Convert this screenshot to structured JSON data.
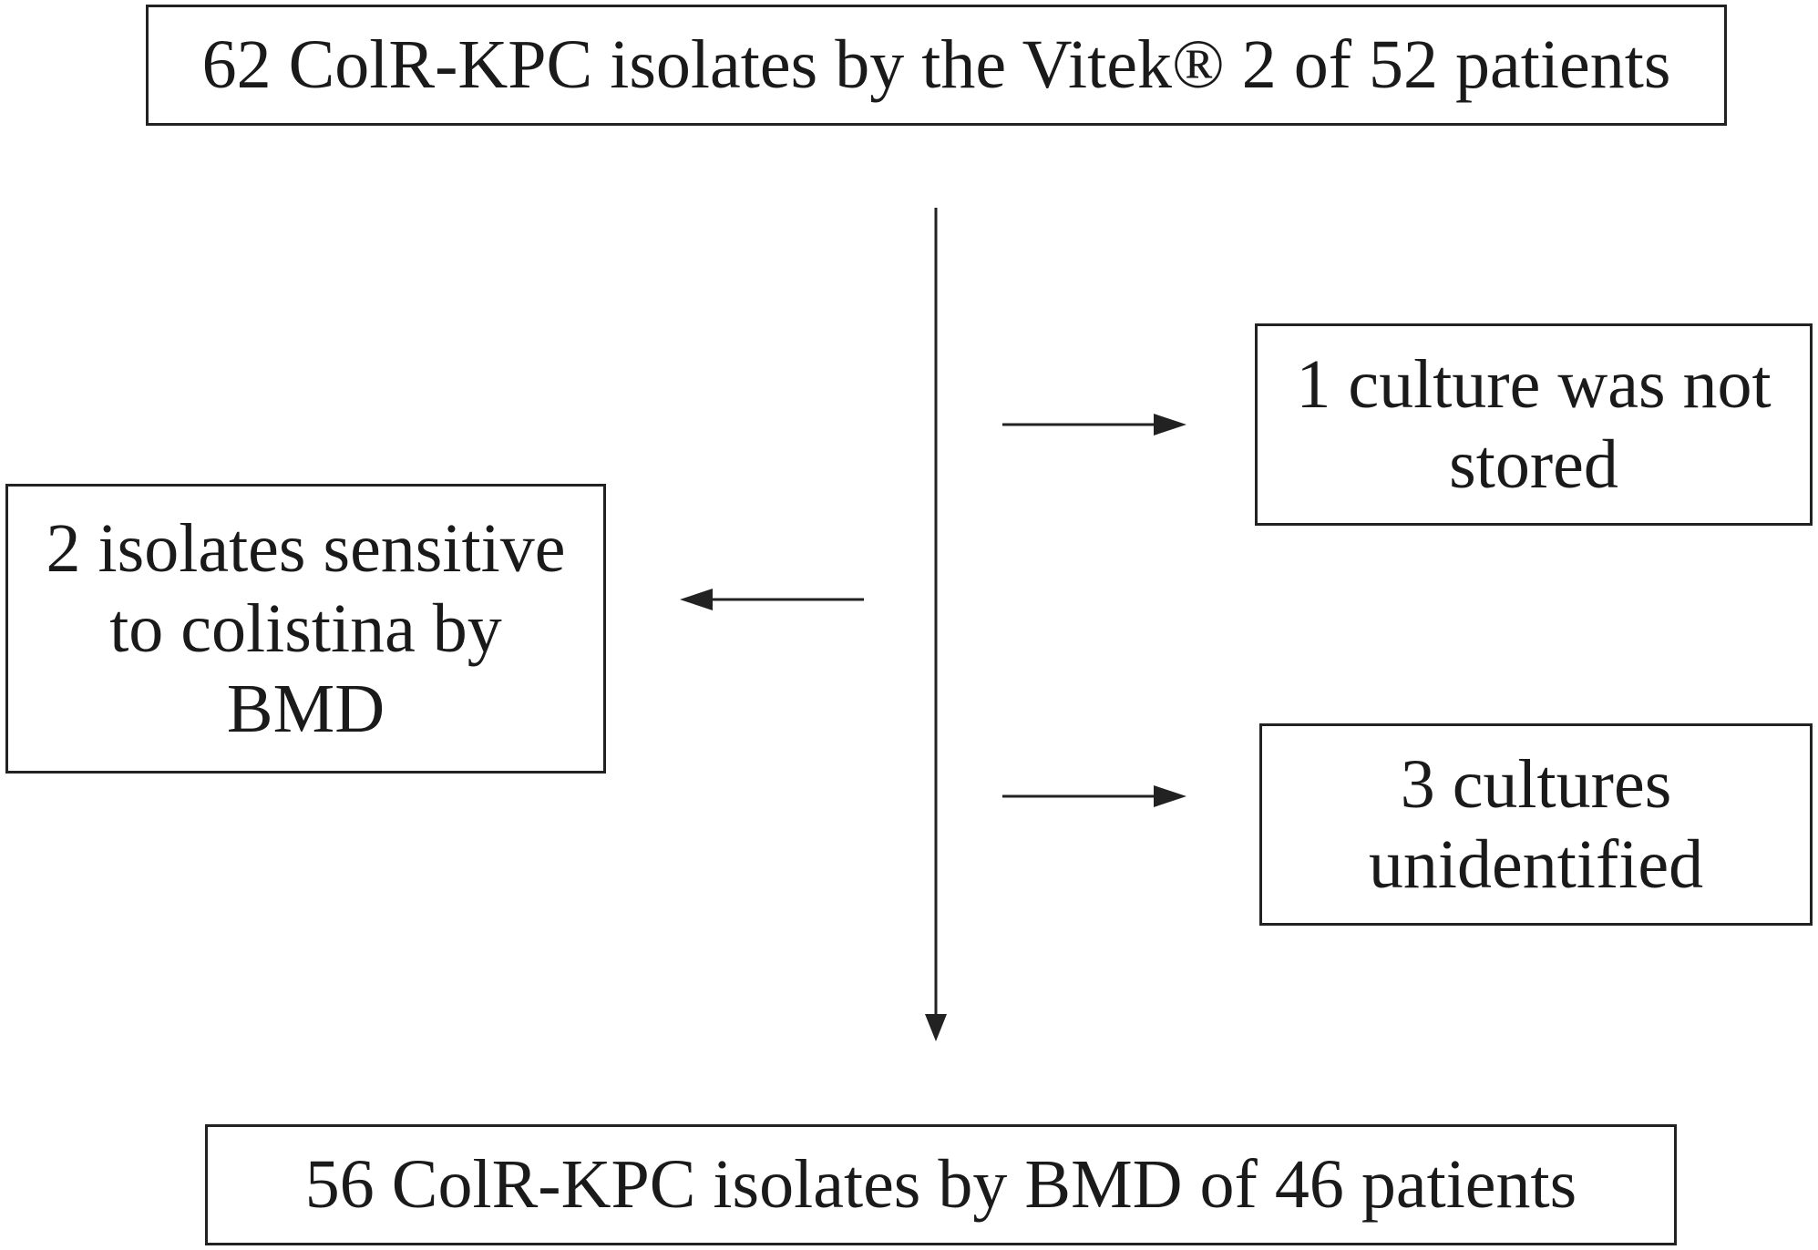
{
  "flowchart": {
    "nodes": {
      "source": {
        "text": "62 ColR-KPC isolates by the Vitek® 2 of 52 patients"
      },
      "excluded_not_stored": {
        "lines": [
          "1 culture was not",
          "stored"
        ]
      },
      "excluded_sensitive": {
        "lines": [
          "2 isolates sensitive",
          "to colistina by",
          "BMD"
        ]
      },
      "excluded_unidentified": {
        "lines": [
          "3 cultures",
          "unidentified"
        ]
      },
      "result": {
        "text": "56 ColR-KPC isolates by BMD of 46 patients"
      }
    },
    "edges": [
      {
        "from": "source",
        "to": "result"
      },
      {
        "from": "main-flow",
        "to": "excluded_not_stored"
      },
      {
        "from": "main-flow",
        "to": "excluded_sensitive"
      },
      {
        "from": "main-flow",
        "to": "excluded_unidentified"
      }
    ],
    "colors": {
      "line": "#222222",
      "text": "#1a1a1a",
      "background": "#ffffff"
    }
  }
}
